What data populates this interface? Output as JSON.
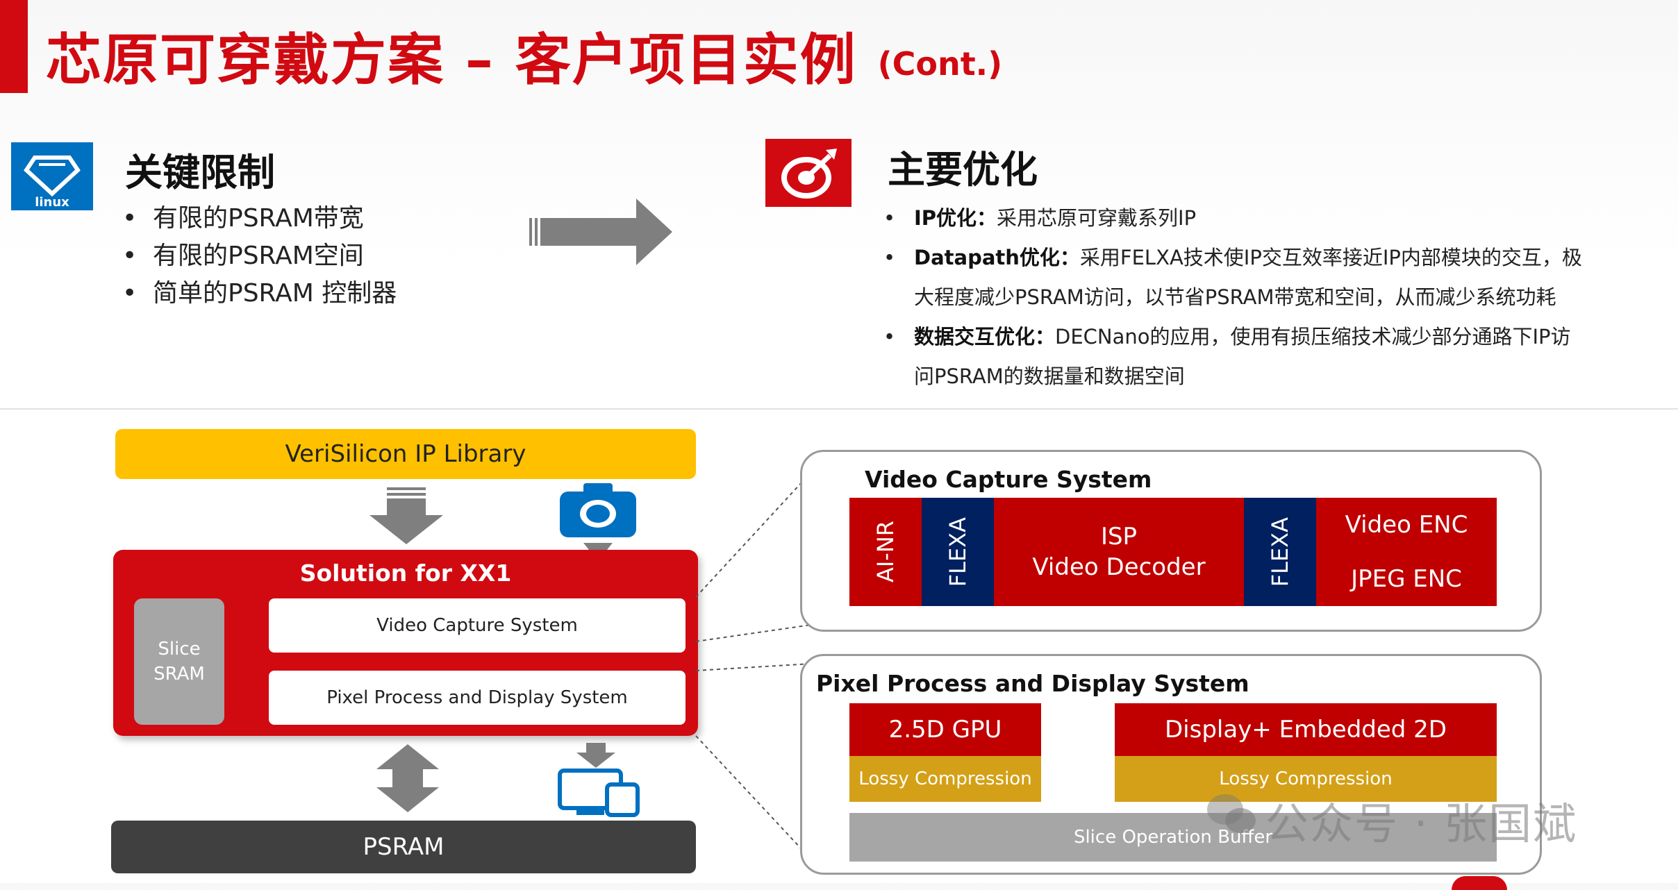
{
  "slide": {
    "title": "芯原可穿戴方案 – 客户项目实例",
    "title_suffix": "(Cont.)"
  },
  "left_section": {
    "title": "关键限制",
    "icon": "linux-tux-icon",
    "icon_text": "linux",
    "bullets": [
      "有限的PSRAM带宽",
      "有限的PSRAM空间",
      "简单的PSRAM 控制器"
    ]
  },
  "right_section": {
    "title": "主要优化",
    "icon": "target-dart-icon",
    "bullets": [
      {
        "label": "IP优化：",
        "text": "采用芯原可穿戴系列IP",
        "cont": ""
      },
      {
        "label": "Datapath优化：",
        "text": "采用FELXA技术使IP交互效率接近IP内部模块的交互，极",
        "cont": "大程度减少PSRAM访问，以节省PSRAM带宽和空间，从而减少系统功耗"
      },
      {
        "label": "数据交互优化：",
        "text": "DECNano的应用，使用有损压缩技术减少部分通路下IP访",
        "cont": "问PSRAM的数据量和数据空间"
      }
    ]
  },
  "diagram": {
    "library": "VeriSilicon IP Library",
    "solution_title": "Solution for XX1",
    "slice_sram": [
      "Slice",
      "SRAM"
    ],
    "vcs_label": "Video Capture System",
    "ppd_label": "Pixel Process and Display System",
    "psram": "PSRAM"
  },
  "vcs_panel": {
    "title": "Video Capture System",
    "ainr": "AI-NR",
    "flexa1": "FLEXA",
    "isp": "ISP",
    "video_decoder": "Video Decoder",
    "flexa2": "FLEXA",
    "video_enc": "Video ENC",
    "jpeg_enc": "JPEG ENC"
  },
  "ppd_panel": {
    "title": "Pixel Process and Display System",
    "gpu": "2.5D GPU",
    "lossy1": "Lossy Compression",
    "display": "Display+ Embedded 2D",
    "lossy2": "Lossy Compression",
    "slice_buffer": "Slice Operation Buffer"
  },
  "watermark": "公众号 · 张国斌",
  "colors": {
    "brand_red": "#d10a11",
    "block_red": "#c00000",
    "navy": "#002060",
    "gold": "#d4a017",
    "yellow": "#ffc000",
    "grey": "#a6a6a6",
    "dark": "#404040",
    "icon_blue": "#0070c0"
  }
}
